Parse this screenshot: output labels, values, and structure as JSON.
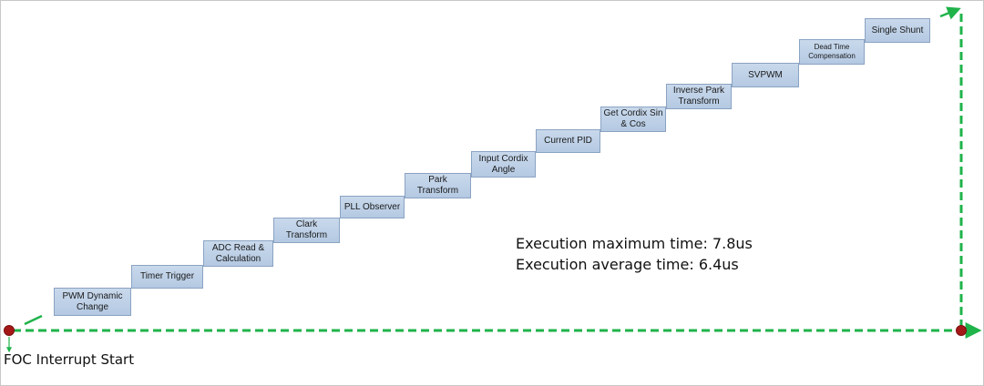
{
  "colors": {
    "accent_green": "#1fb34a",
    "dot_red": "#a51818",
    "box_fill": "#bfd1e7",
    "box_border": "#8aa3c2"
  },
  "steps": [
    {
      "label": "PWM Dynamic Change"
    },
    {
      "label": "Timer Trigger"
    },
    {
      "label": "ADC Read & Calculation"
    },
    {
      "label": "Clark Transform"
    },
    {
      "label": "PLL Observer"
    },
    {
      "label": "Park Transform"
    },
    {
      "label": "Input Cordix Angle"
    },
    {
      "label": "Current PID"
    },
    {
      "label": "Get Cordix Sin & Cos"
    },
    {
      "label": "Inverse Park Transform"
    },
    {
      "label": "SVPWM"
    },
    {
      "label": "Dead Time Compensation"
    },
    {
      "label": "Single Shunt"
    }
  ],
  "stats": {
    "max_time": "Execution maximum time: 7.8us",
    "avg_time": "Execution average time: 6.4us"
  },
  "start_label": "FOC Interrupt Start"
}
